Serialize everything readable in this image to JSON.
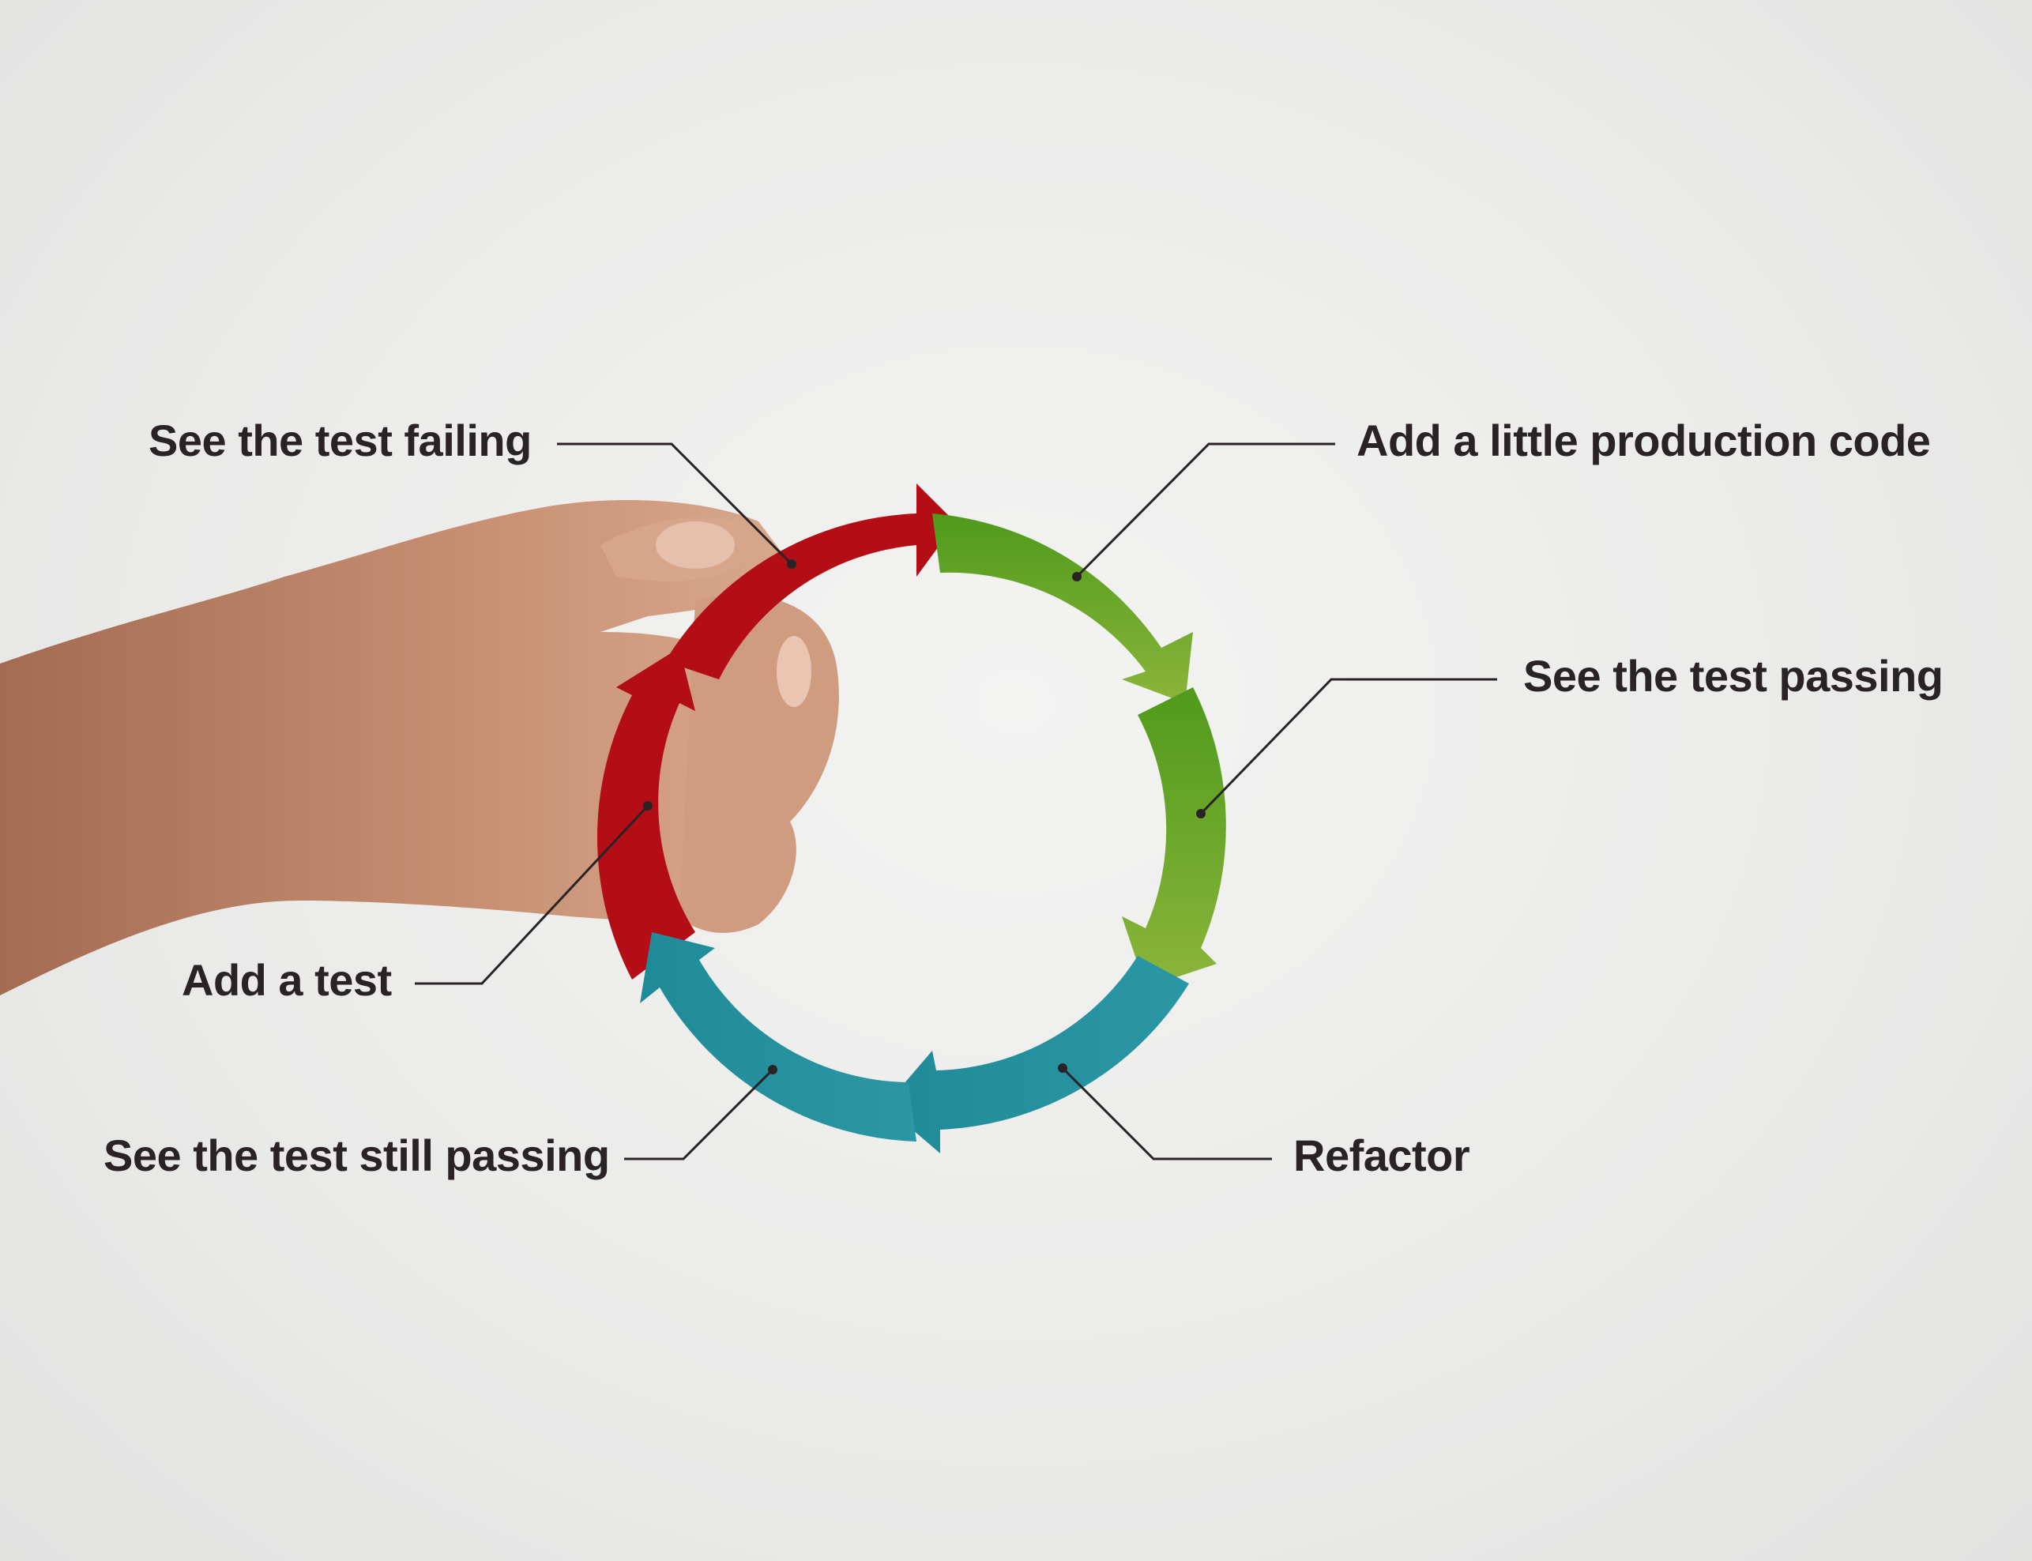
{
  "colors": {
    "red": "#b30d16",
    "green": "#73a627",
    "teal": "#23929f",
    "text": "#2a2326",
    "skin": "#c99478"
  },
  "steps": [
    {
      "id": "add-test",
      "label": "Add a test",
      "color": "red"
    },
    {
      "id": "see-test-failing",
      "label": "See the test failing",
      "color": "red"
    },
    {
      "id": "add-production-code",
      "label": "Add a little production code",
      "color": "green"
    },
    {
      "id": "see-test-passing",
      "label": "See the test passing",
      "color": "green"
    },
    {
      "id": "refactor",
      "label": "Refactor",
      "color": "teal"
    },
    {
      "id": "see-test-still-passing",
      "label": "See the test still passing",
      "color": "teal"
    }
  ]
}
